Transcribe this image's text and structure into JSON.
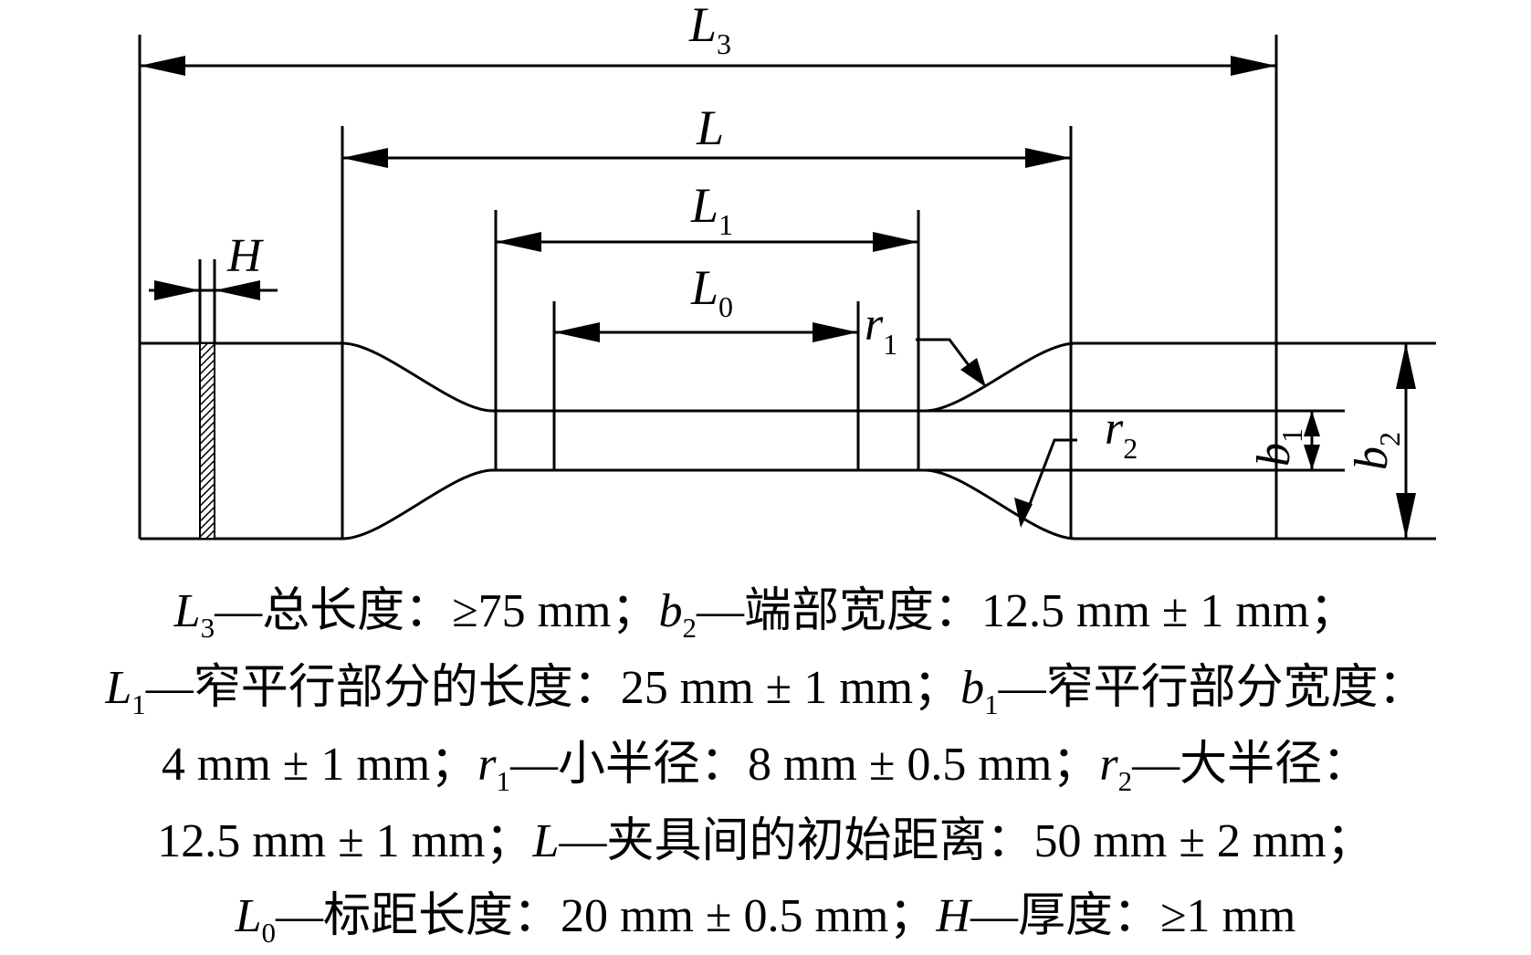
{
  "labels": {
    "L3": {
      "main": "L",
      "sub": "3"
    },
    "L": {
      "main": "L"
    },
    "L1": {
      "main": "L",
      "sub": "1"
    },
    "L0": {
      "main": "L",
      "sub": "0"
    },
    "H": {
      "main": "H"
    },
    "r1": {
      "main": "r",
      "sub": "1"
    },
    "r2": {
      "main": "r",
      "sub": "2"
    },
    "b1": {
      "main": "b",
      "sub": "1"
    },
    "b2": {
      "main": "b",
      "sub": "2"
    }
  },
  "legend": {
    "line1": {
      "s1": "L",
      "s1sub": "3",
      "t1": "—总长度：≥75 mm；",
      "s2": "b",
      "s2sub": "2",
      "t2": "—端部宽度：12.5 mm ± 1 mm；"
    },
    "line2": {
      "s1": "L",
      "s1sub": "1",
      "t1": "—窄平行部分的长度：25 mm ± 1 mm；",
      "s2": "b",
      "s2sub": "1",
      "t2": "—窄平行部分宽度："
    },
    "line3": {
      "t0": "4 mm ± 1 mm；",
      "s1": "r",
      "s1sub": "1",
      "t1": "—小半径：8 mm ± 0.5 mm；",
      "s2": "r",
      "s2sub": "2",
      "t2": "—大半径："
    },
    "line4": {
      "t0": "12.5 mm ± 1 mm；",
      "s1": "L",
      "t1": "—夹具间的初始距离：50 mm ± 2 mm；"
    },
    "line5": {
      "s1": "L",
      "s1sub": "0",
      "t1": "—标距长度：20 mm ± 0.5 mm；",
      "s2": "H",
      "t2": "—厚度：≥1 mm"
    }
  }
}
